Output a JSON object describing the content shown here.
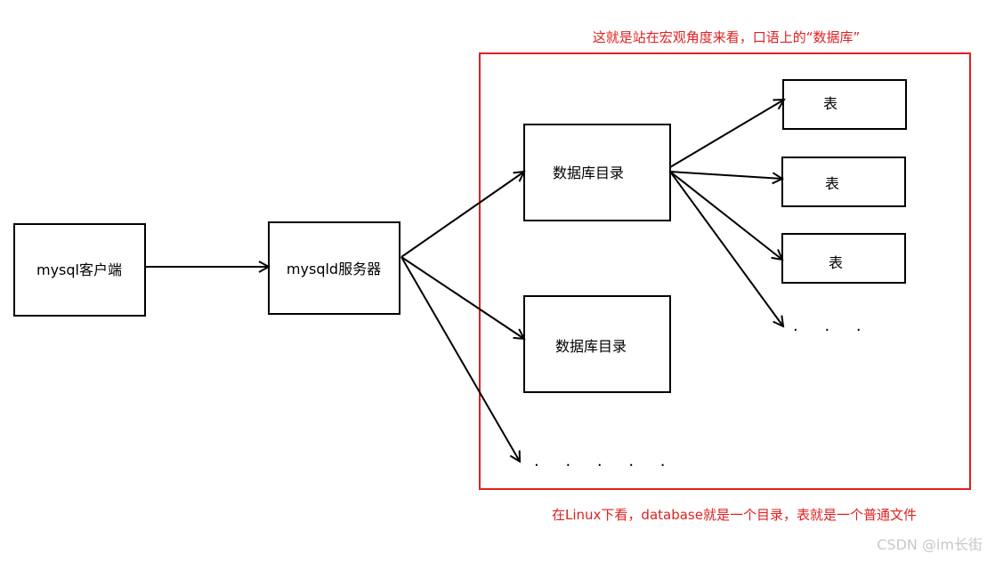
{
  "client": {
    "label": "mysql客户端"
  },
  "server": {
    "label": "mysqld服务器"
  },
  "databases": [
    {
      "label": "数据库目录"
    },
    {
      "label": "数据库目录"
    }
  ],
  "tables": [
    {
      "label": "表"
    },
    {
      "label": "表"
    },
    {
      "label": "表"
    }
  ],
  "ellipsis": {
    "tables_more": ". . .",
    "databases_more": ". . . . ."
  },
  "annotations": {
    "top": "这就是站在宏观角度来看，口语上的“数据库”",
    "bottom": "在Linux下看，database就是一个目录，表就是一个普通文件"
  },
  "watermark": "CSDN @im长街",
  "colors": {
    "highlight": "#e02020",
    "stroke": "#000000"
  }
}
